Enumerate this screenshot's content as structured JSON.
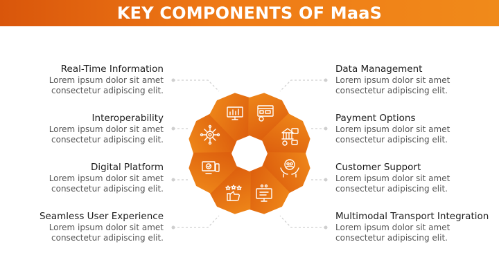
{
  "title": "KEY COMPONENTS OF MaaS",
  "colors": {
    "accent": "#ef7a16",
    "accent_dark": "#d9560b",
    "connector": "#cfcfcf"
  },
  "left_items": [
    {
      "label": "Real-Time Information",
      "desc1": "Lorem ipsum dolor sit amet",
      "desc2": "consectetur adipiscing elit.",
      "icon": "chart-monitor-icon"
    },
    {
      "label": "Interoperability",
      "desc1": "Lorem ipsum dolor sit amet",
      "desc2": "consectetur adipiscing elit.",
      "icon": "network-gear-icon"
    },
    {
      "label": "Digital Platform",
      "desc1": "Lorem ipsum dolor sit amet",
      "desc2": "consectetur adipiscing elit.",
      "icon": "digital-devices-icon"
    },
    {
      "label": "Seamless User Experience",
      "desc1": "Lorem ipsum dolor sit amet",
      "desc2": "consectetur adipiscing elit.",
      "icon": "thumbs-up-stars-icon"
    }
  ],
  "right_items": [
    {
      "label": "Data Management",
      "desc1": "Lorem ipsum dolor sit amet",
      "desc2": "consectetur adipiscing elit.",
      "icon": "data-window-gear-icon"
    },
    {
      "label": "Payment Options",
      "desc1": "Lorem ipsum dolor sit amet",
      "desc2": "consectetur adipiscing elit.",
      "icon": "bank-payment-icon"
    },
    {
      "label": "Customer Support",
      "desc1": "Lorem ipsum dolor sit amet",
      "desc2": "consectetur adipiscing elit.",
      "icon": "hands-people-icon"
    },
    {
      "label": "Multimodal Transport Integration",
      "desc1": "Lorem ipsum dolor sit amet",
      "desc2": "consectetur adipiscing elit.",
      "icon": "transport-monitor-icon"
    }
  ]
}
